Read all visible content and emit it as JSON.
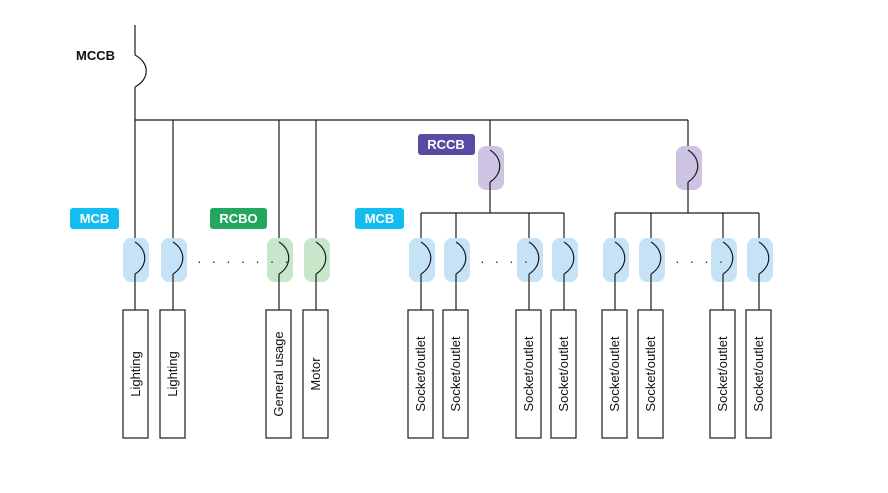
{
  "labels": {
    "mccb": "MCCB",
    "mcb": "MCB",
    "rcbo": "RCBO",
    "rccb": "RCCB"
  },
  "colors": {
    "mcb_tag": "#14bdf0",
    "rcbo_tag": "#22a85e",
    "rccb_tag": "#5a4aa3",
    "mcb_glow": "#c6e2f7",
    "rcbo_glow": "#c8e6c9",
    "rccb_glow": "#cdc4e4"
  },
  "loads": {
    "lighting": "Lighting",
    "general_usage": "General usage",
    "motor": "Motor",
    "socket": "Socket/outlet"
  },
  "ellipsis_long": "· · · · · · ·",
  "ellipsis_short": "· · · ·"
}
